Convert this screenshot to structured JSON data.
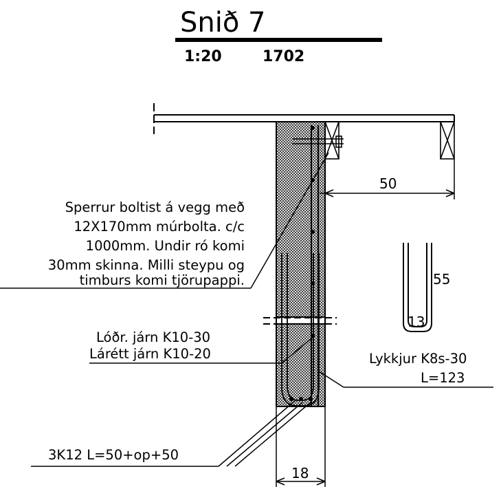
{
  "title": {
    "heading": "Snið 7",
    "scale": "1:20",
    "number": "1702"
  },
  "notes": {
    "sperrur": [
      "Sperrur boltist á vegg með",
      "12X170mm múrbolta. c/c",
      "1000mm. Undir ró komi",
      "30mm skinna. Milli steypu og",
      "timburs komi tjörupappi."
    ],
    "lodrett": "Lóðr. járn K10-30",
    "larett": "Lárétt járn K10-20",
    "lykkjur_1": "Lykkjur K8s-30",
    "lykkjur_2": "L=123",
    "rebar": "3K12 L=50+op+50"
  },
  "dimensions": {
    "overhang": "50",
    "loop_height": "55",
    "loop_width": "13",
    "wall_width": "18"
  }
}
